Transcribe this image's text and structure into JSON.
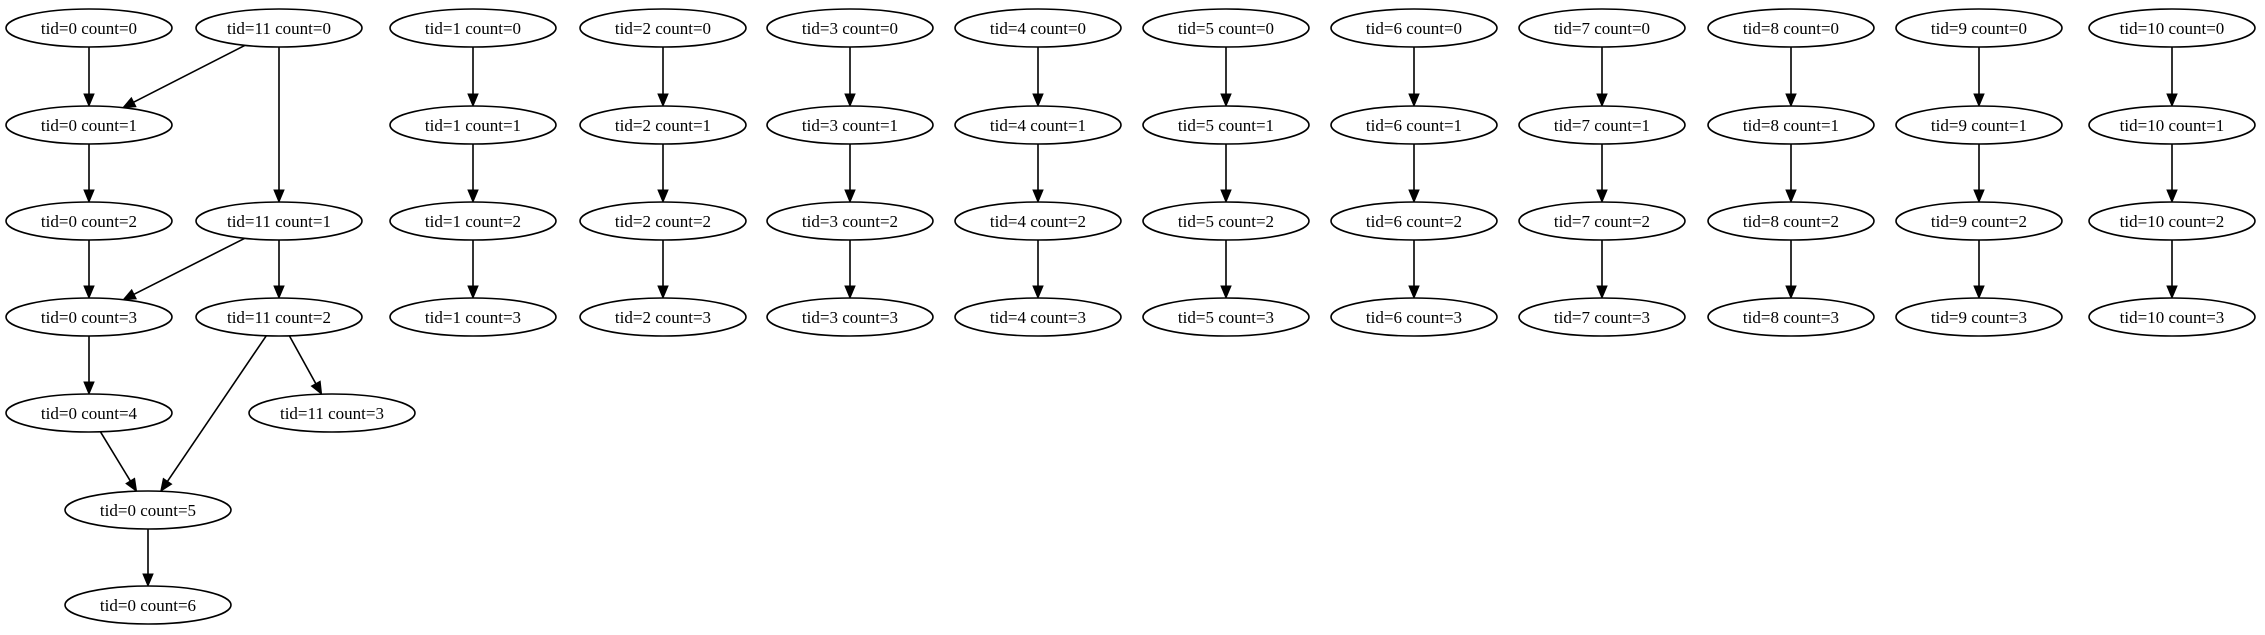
{
  "graph": {
    "nodes": [
      {
        "id": "t0c0",
        "label": "tid=0 count=0"
      },
      {
        "id": "t0c1",
        "label": "tid=0 count=1"
      },
      {
        "id": "t0c2",
        "label": "tid=0 count=2"
      },
      {
        "id": "t0c3",
        "label": "tid=0 count=3"
      },
      {
        "id": "t0c4",
        "label": "tid=0 count=4"
      },
      {
        "id": "t0c5",
        "label": "tid=0 count=5"
      },
      {
        "id": "t0c6",
        "label": "tid=0 count=6"
      },
      {
        "id": "t11c0",
        "label": "tid=11 count=0"
      },
      {
        "id": "t11c1",
        "label": "tid=11 count=1"
      },
      {
        "id": "t11c2",
        "label": "tid=11 count=2"
      },
      {
        "id": "t11c3",
        "label": "tid=11 count=3"
      },
      {
        "id": "t1c0",
        "label": "tid=1 count=0"
      },
      {
        "id": "t1c1",
        "label": "tid=1 count=1"
      },
      {
        "id": "t1c2",
        "label": "tid=1 count=2"
      },
      {
        "id": "t1c3",
        "label": "tid=1 count=3"
      },
      {
        "id": "t2c0",
        "label": "tid=2 count=0"
      },
      {
        "id": "t2c1",
        "label": "tid=2 count=1"
      },
      {
        "id": "t2c2",
        "label": "tid=2 count=2"
      },
      {
        "id": "t2c3",
        "label": "tid=2 count=3"
      },
      {
        "id": "t3c0",
        "label": "tid=3 count=0"
      },
      {
        "id": "t3c1",
        "label": "tid=3 count=1"
      },
      {
        "id": "t3c2",
        "label": "tid=3 count=2"
      },
      {
        "id": "t3c3",
        "label": "tid=3 count=3"
      },
      {
        "id": "t4c0",
        "label": "tid=4 count=0"
      },
      {
        "id": "t4c1",
        "label": "tid=4 count=1"
      },
      {
        "id": "t4c2",
        "label": "tid=4 count=2"
      },
      {
        "id": "t4c3",
        "label": "tid=4 count=3"
      },
      {
        "id": "t5c0",
        "label": "tid=5 count=0"
      },
      {
        "id": "t5c1",
        "label": "tid=5 count=1"
      },
      {
        "id": "t5c2",
        "label": "tid=5 count=2"
      },
      {
        "id": "t5c3",
        "label": "tid=5 count=3"
      },
      {
        "id": "t6c0",
        "label": "tid=6 count=0"
      },
      {
        "id": "t6c1",
        "label": "tid=6 count=1"
      },
      {
        "id": "t6c2",
        "label": "tid=6 count=2"
      },
      {
        "id": "t6c3",
        "label": "tid=6 count=3"
      },
      {
        "id": "t7c0",
        "label": "tid=7 count=0"
      },
      {
        "id": "t7c1",
        "label": "tid=7 count=1"
      },
      {
        "id": "t7c2",
        "label": "tid=7 count=2"
      },
      {
        "id": "t7c3",
        "label": "tid=7 count=3"
      },
      {
        "id": "t8c0",
        "label": "tid=8 count=0"
      },
      {
        "id": "t8c1",
        "label": "tid=8 count=1"
      },
      {
        "id": "t8c2",
        "label": "tid=8 count=2"
      },
      {
        "id": "t8c3",
        "label": "tid=8 count=3"
      },
      {
        "id": "t9c0",
        "label": "tid=9 count=0"
      },
      {
        "id": "t9c1",
        "label": "tid=9 count=1"
      },
      {
        "id": "t9c2",
        "label": "tid=9 count=2"
      },
      {
        "id": "t9c3",
        "label": "tid=9 count=3"
      },
      {
        "id": "t10c0",
        "label": "tid=10 count=0"
      },
      {
        "id": "t10c1",
        "label": "tid=10 count=1"
      },
      {
        "id": "t10c2",
        "label": "tid=10 count=2"
      },
      {
        "id": "t10c3",
        "label": "tid=10 count=3"
      }
    ],
    "edges": [
      {
        "from": "t0c0",
        "to": "t0c1"
      },
      {
        "from": "t11c0",
        "to": "t0c1"
      },
      {
        "from": "t11c0",
        "to": "t11c1"
      },
      {
        "from": "t0c1",
        "to": "t0c2"
      },
      {
        "from": "t0c2",
        "to": "t0c3"
      },
      {
        "from": "t11c1",
        "to": "t0c3"
      },
      {
        "from": "t11c1",
        "to": "t11c2"
      },
      {
        "from": "t0c3",
        "to": "t0c4"
      },
      {
        "from": "t11c2",
        "to": "t11c3"
      },
      {
        "from": "t11c2",
        "to": "t0c5"
      },
      {
        "from": "t0c4",
        "to": "t0c5"
      },
      {
        "from": "t0c5",
        "to": "t0c6"
      },
      {
        "from": "t1c0",
        "to": "t1c1"
      },
      {
        "from": "t1c1",
        "to": "t1c2"
      },
      {
        "from": "t1c2",
        "to": "t1c3"
      },
      {
        "from": "t2c0",
        "to": "t2c1"
      },
      {
        "from": "t2c1",
        "to": "t2c2"
      },
      {
        "from": "t2c2",
        "to": "t2c3"
      },
      {
        "from": "t3c0",
        "to": "t3c1"
      },
      {
        "from": "t3c1",
        "to": "t3c2"
      },
      {
        "from": "t3c2",
        "to": "t3c3"
      },
      {
        "from": "t4c0",
        "to": "t4c1"
      },
      {
        "from": "t4c1",
        "to": "t4c2"
      },
      {
        "from": "t4c2",
        "to": "t4c3"
      },
      {
        "from": "t5c0",
        "to": "t5c1"
      },
      {
        "from": "t5c1",
        "to": "t5c2"
      },
      {
        "from": "t5c2",
        "to": "t5c3"
      },
      {
        "from": "t6c0",
        "to": "t6c1"
      },
      {
        "from": "t6c1",
        "to": "t6c2"
      },
      {
        "from": "t6c2",
        "to": "t6c3"
      },
      {
        "from": "t7c0",
        "to": "t7c1"
      },
      {
        "from": "t7c1",
        "to": "t7c2"
      },
      {
        "from": "t7c2",
        "to": "t7c3"
      },
      {
        "from": "t8c0",
        "to": "t8c1"
      },
      {
        "from": "t8c1",
        "to": "t8c2"
      },
      {
        "from": "t8c2",
        "to": "t8c3"
      },
      {
        "from": "t9c0",
        "to": "t9c1"
      },
      {
        "from": "t9c1",
        "to": "t9c2"
      },
      {
        "from": "t9c2",
        "to": "t9c3"
      },
      {
        "from": "t10c0",
        "to": "t10c1"
      },
      {
        "from": "t10c1",
        "to": "t10c2"
      },
      {
        "from": "t10c2",
        "to": "t10c3"
      }
    ]
  }
}
